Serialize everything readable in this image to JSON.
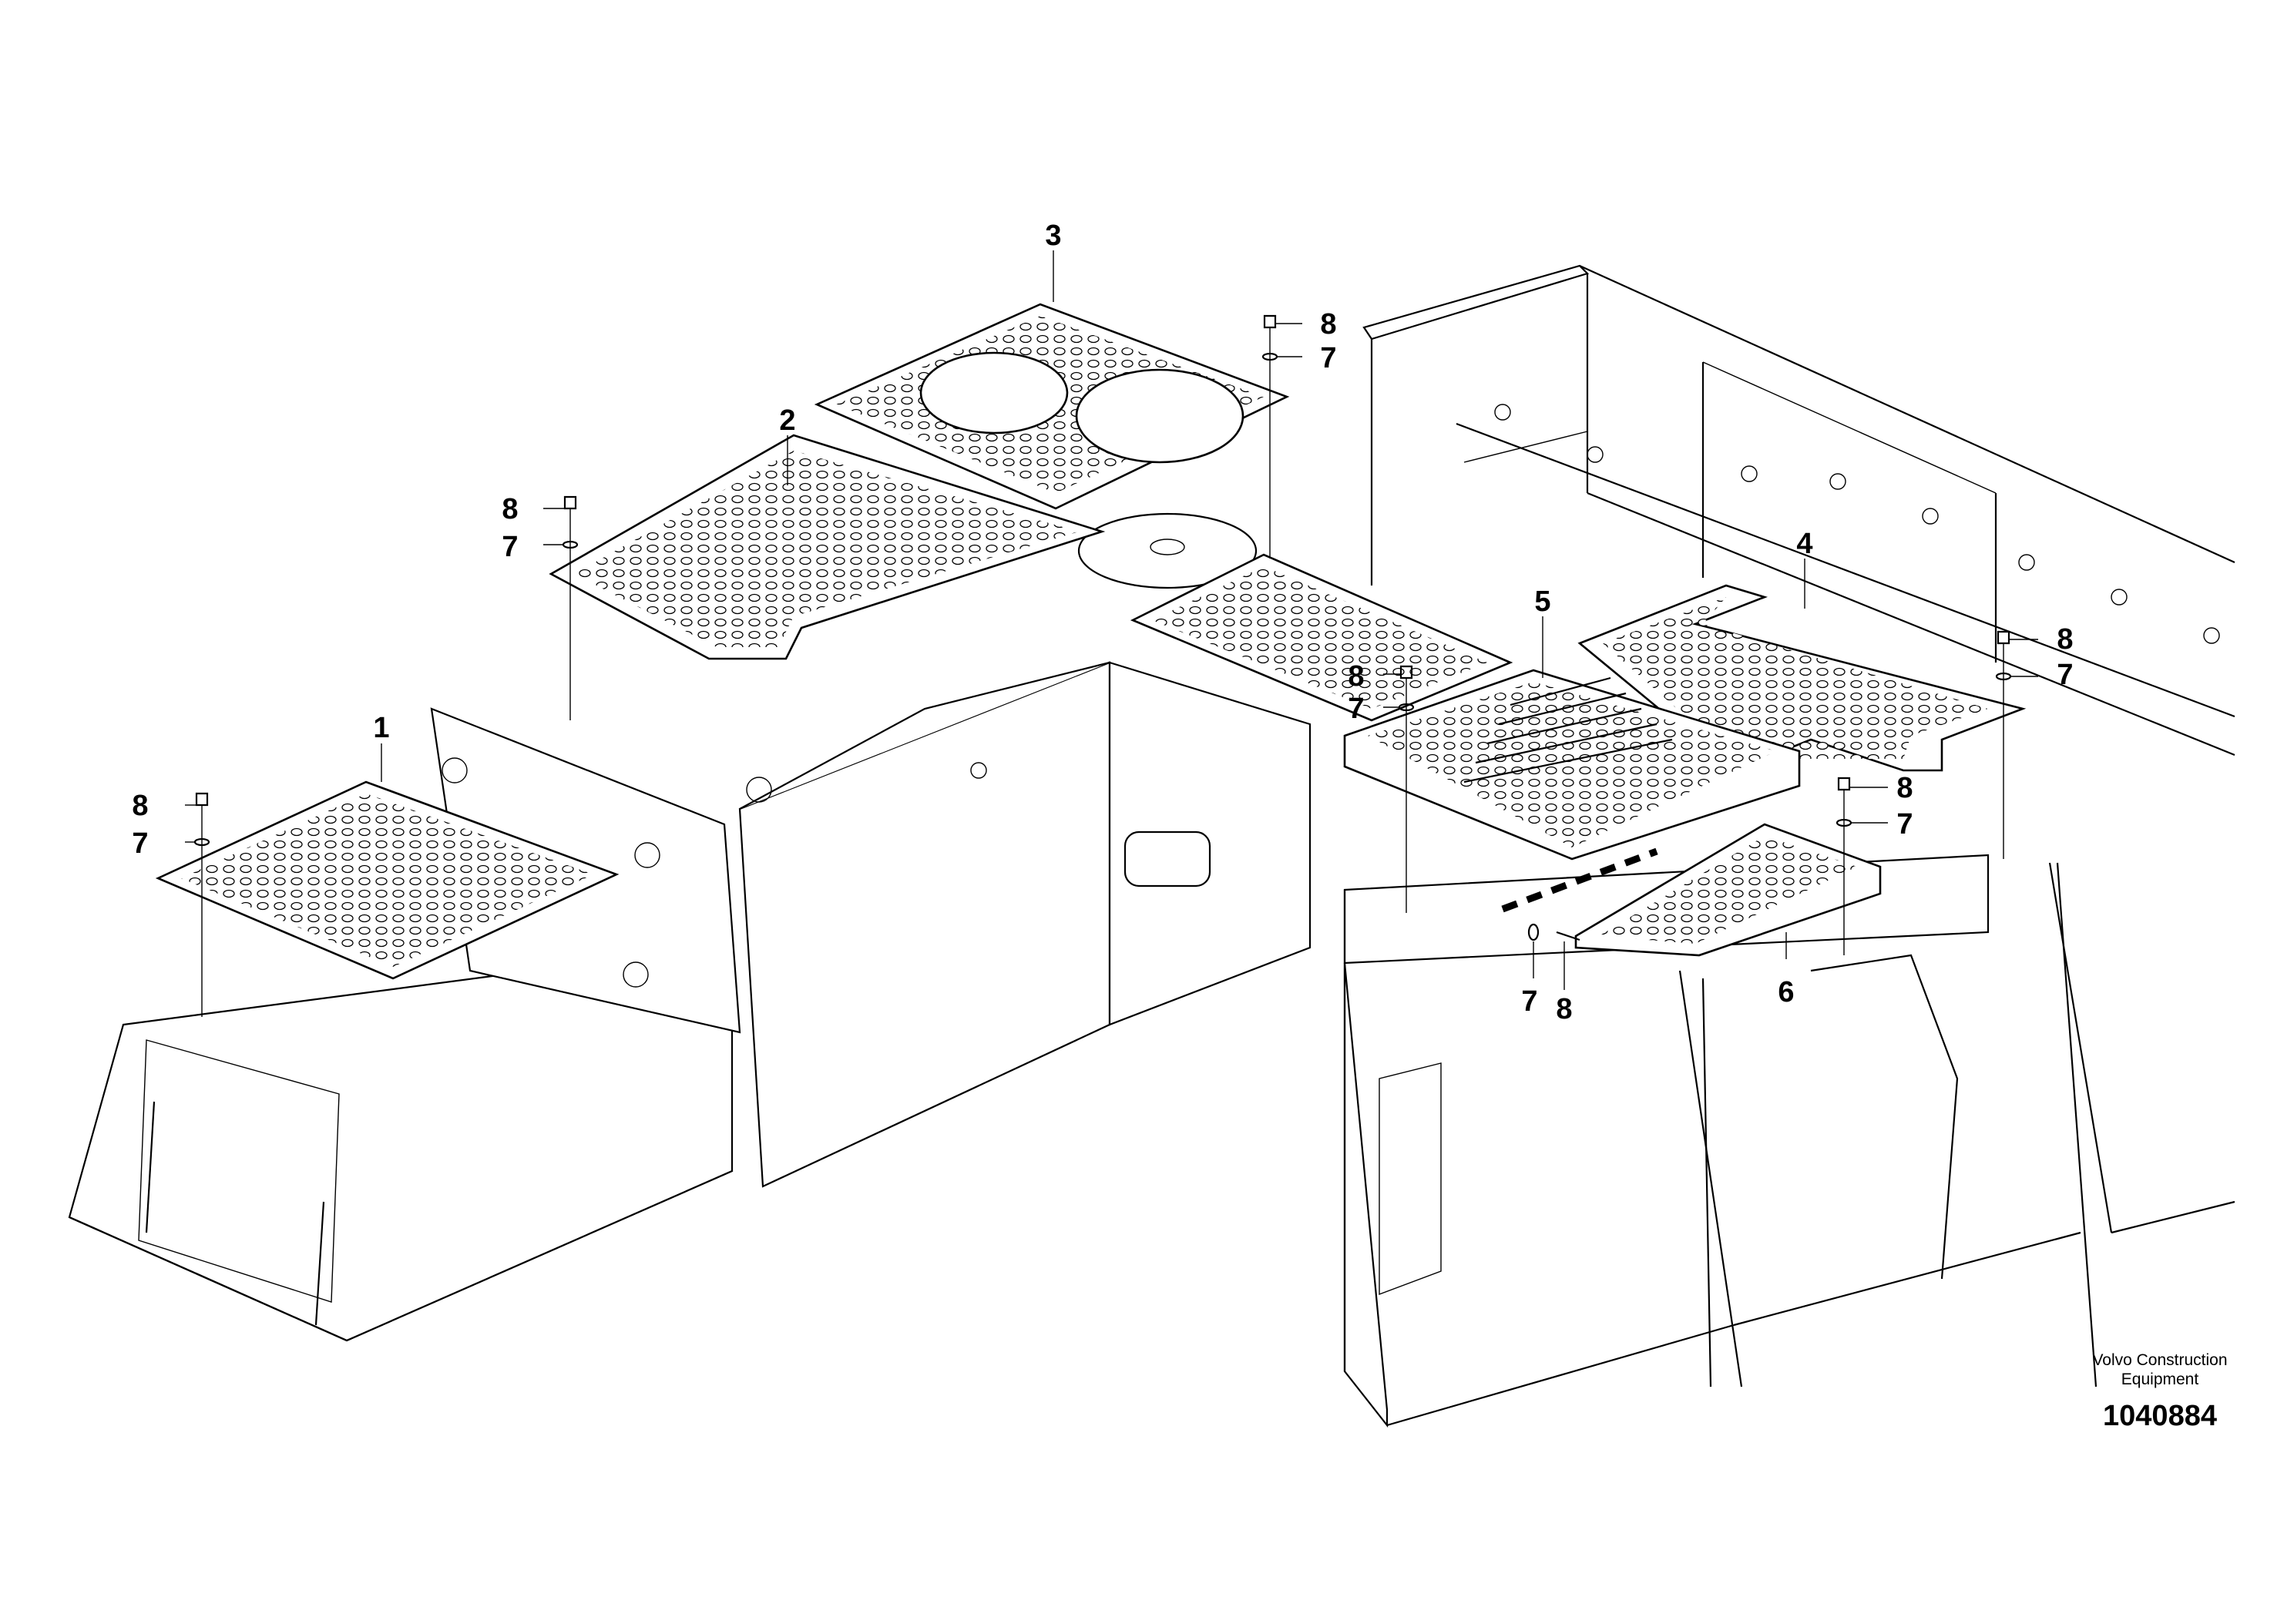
{
  "callouts": {
    "c1": "1",
    "c2": "2",
    "c3": "3",
    "c4": "4",
    "c5": "5",
    "c6": "6",
    "c7": "7",
    "c8": "8"
  },
  "caption": {
    "line1": "Volvo Construction",
    "line2": "Equipment",
    "number": "1040884"
  }
}
